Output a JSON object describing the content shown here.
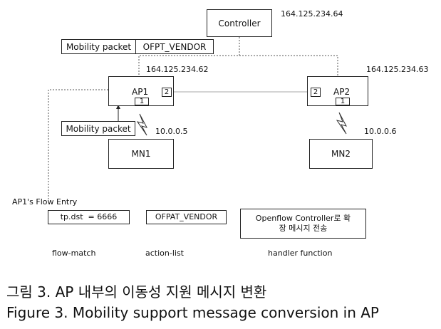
{
  "controller": {
    "label": "Controller",
    "ip": "164.125.234.64"
  },
  "mobility_packet_header": {
    "left": "Mobility packet",
    "right": "OFPT_VENDOR"
  },
  "ap1": {
    "label": "AP1",
    "ip": "164.125.234.62",
    "port_down": "1",
    "port_right": "2"
  },
  "ap2": {
    "label": "AP2",
    "ip": "164.125.234.63",
    "port_down": "1",
    "port_left": "2"
  },
  "mobility_packet_label": "Mobility packet",
  "mn1": {
    "label": "MN1",
    "ip": "10.0.0.5"
  },
  "mn2": {
    "label": "MN2",
    "ip": "10.0.0.6"
  },
  "flow_entry": {
    "title": "AP1's Flow Entry",
    "match_value": "tp.dst  = 6666",
    "action_value": "OFPAT_VENDOR",
    "handler_value_line1": "Openflow Controller로 확",
    "handler_value_line2": "장 메시지 전송",
    "match_caption": "flow-match",
    "action_caption": "action-list",
    "handler_caption": "handler function"
  },
  "caption": {
    "korean": "그림 3. AP 내부의 이동성 지원 메시지 변환",
    "english": "Figure 3. Mobility support message conversion in  AP"
  }
}
